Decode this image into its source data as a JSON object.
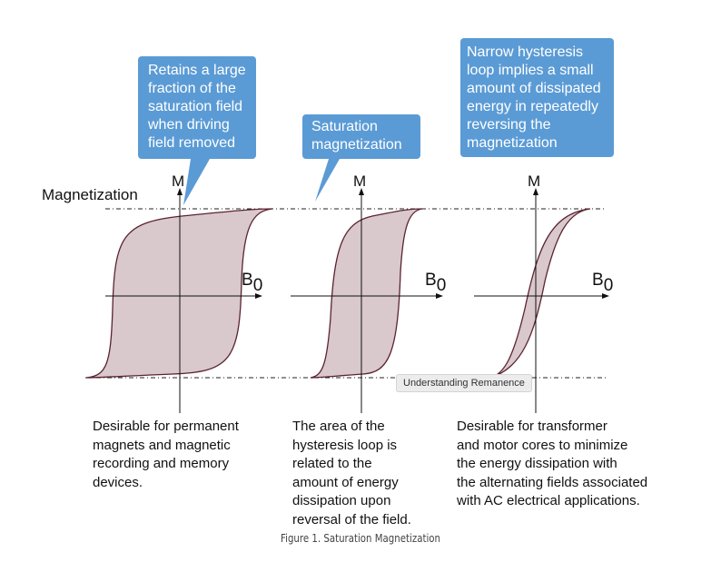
{
  "callouts": [
    {
      "lines": [
        "Retains a large",
        "fraction of the",
        "saturation field",
        "when driving",
        "field removed"
      ]
    },
    {
      "lines": [
        "Saturation",
        "magnetization"
      ]
    },
    {
      "lines": [
        "Narrow hysteresis",
        "loop implies a small",
        "amount of dissipated",
        "energy in repeatedly",
        "reversing the",
        "magnetization"
      ]
    }
  ],
  "axis_labels": {
    "y": "M",
    "x": "B",
    "x_sub": "0",
    "magnetization": "Magnetization"
  },
  "captions": [
    {
      "lines": [
        "Desirable for permanent",
        "magnets and magnetic",
        "recording and memory",
        "devices."
      ]
    },
    {
      "lines": [
        "The area of the",
        "hysteresis loop is",
        "related to the",
        "amount of energy",
        "dissipation upon",
        "reversal of the field."
      ]
    },
    {
      "lines": [
        "Desirable for transformer",
        "and motor cores to minimize",
        "the energy dissipation with",
        "the alternating fields associated",
        "with AC electrical applications."
      ]
    }
  ],
  "tooltip": "Understanding Remanence",
  "figure_caption": "Figure 1. Saturation Magnetization",
  "colors": {
    "callout": "#5b9bd5",
    "loop_fill": "#d9c8cc",
    "loop_stroke": "#5a2430"
  }
}
